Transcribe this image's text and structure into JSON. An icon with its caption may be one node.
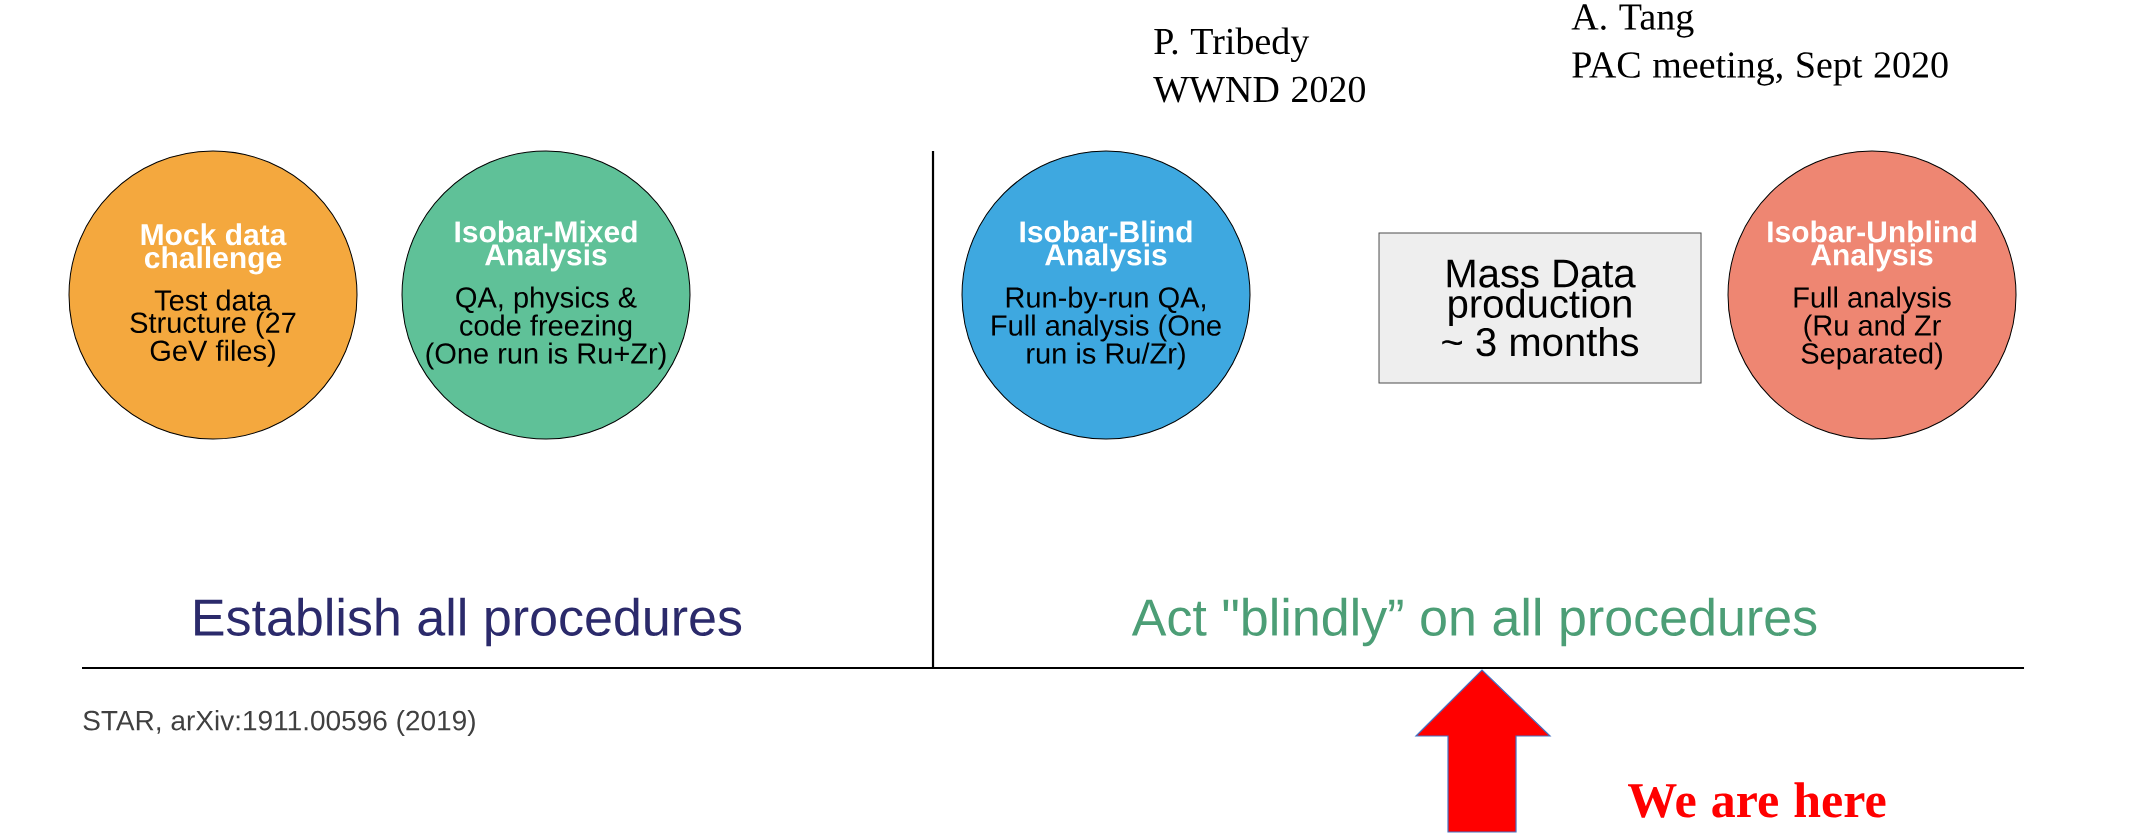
{
  "diagram": {
    "nodes": [
      {
        "text": [
          "Mock data challenge",
          "Test data Structure (27 GeV files)"
        ]
      },
      {
        "text": [
          "Isobar-Mixed Analysis",
          "QA, physics & code freezing (One run is Ru+Zr)"
        ]
      },
      {
        "text": [
          "Isobar-Blind Analysis",
          "Run-by-run QA, Full analysis (One run is Ru/Zr)"
        ]
      },
      {
        "text": [
          "Mass Data production ~ 3 months"
        ]
      },
      {
        "text": [
          "Isobar-Unblind Analysis",
          "Full analysis (Ru and Zr Separated)"
        ]
      }
    ],
    "labels": [
      "P. Tribedy WWND 2020",
      "A. Tang PAC meeting, Sept 2020",
      "Establish all procedures",
      "Act \"blindly” on all procedures",
      "STAR, arXiv:1911.00596 (2019)",
      "We are here"
    ]
  }
}
